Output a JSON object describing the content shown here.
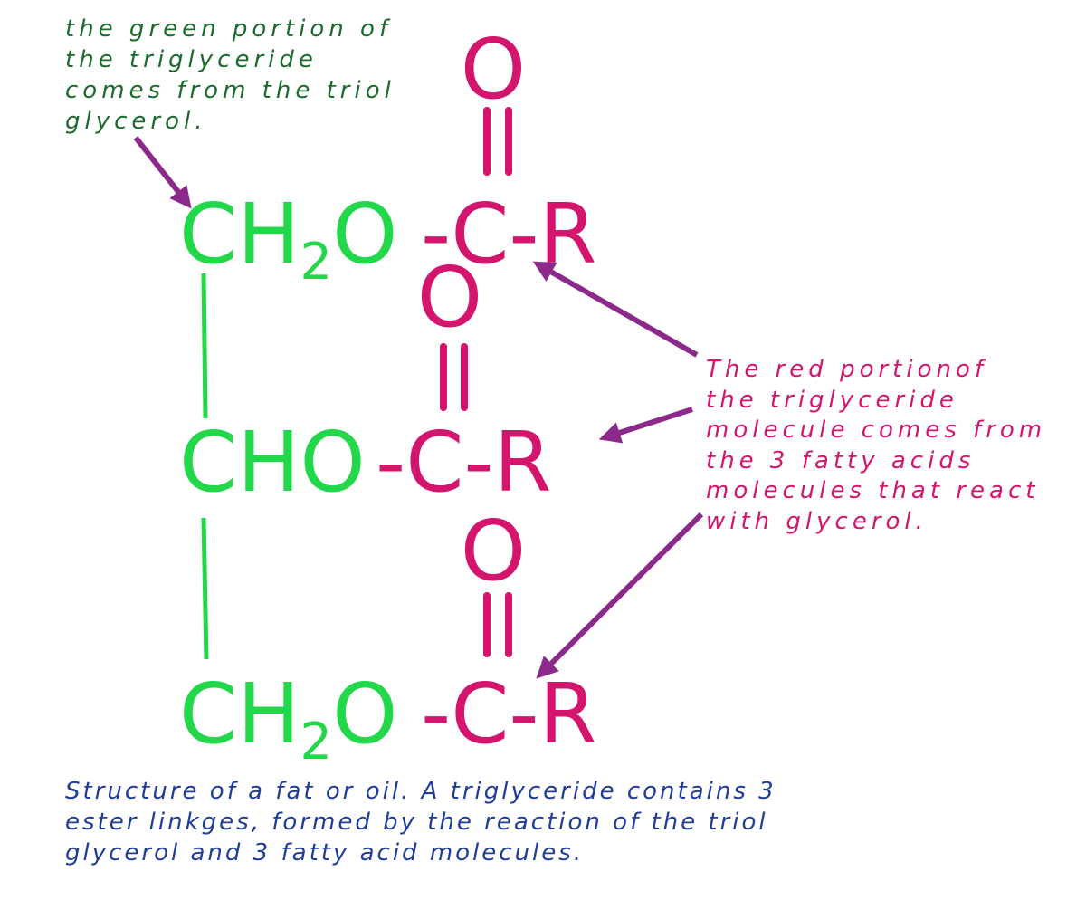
{
  "colors": {
    "glycerol": "#22d84a",
    "fatty_acid": "#d4156e",
    "arrow": "#8b2a8b",
    "green_note": "#1b6b2c",
    "caption": "#1f3c98"
  },
  "green_note": [
    "the green portion of",
    "the triglyceride",
    "comes from the triol",
    "glycerol."
  ],
  "red_note": [
    "The red portionof",
    "the triglyceride",
    "molecule comes from",
    "the 3 fatty acids",
    "molecules that react",
    "with glycerol."
  ],
  "caption": [
    "Structure of a fat or oil.  A triglyceride contains 3",
    "ester linkges, formed by the reaction of the triol",
    "glycerol and 3 fatty acid molecules."
  ],
  "formula": {
    "row1": {
      "glycerol": "CH",
      "sub": "2",
      "o": "O",
      "acyl": "-C-R",
      "carbonyl_o": "O",
      "double_bond": "||"
    },
    "row2": {
      "glycerol": "CHO",
      "acyl": "-C-R",
      "carbonyl_o": "O",
      "double_bond": "||"
    },
    "row3": {
      "glycerol": "CH",
      "sub": "2",
      "o": "O",
      "acyl": "-C-R",
      "carbonyl_o": "O",
      "double_bond": "||"
    }
  }
}
